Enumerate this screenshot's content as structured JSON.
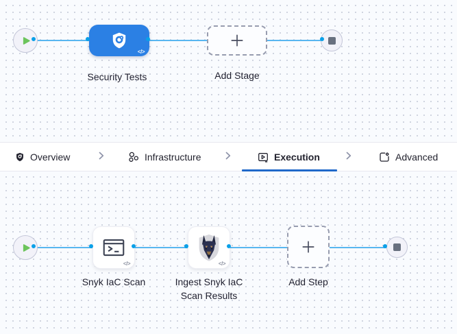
{
  "colors": {
    "canvas_bg": "#f9fbfe",
    "grid_dot": "#ccd1dd",
    "flow_line": "#58b6f0",
    "connector_ring": "#0aa0e8",
    "stage_accent": "#2b80e4",
    "active_tab_underline": "#1f68c9",
    "play_icon_green": "#6cc45c",
    "stop_icon_gray": "#68707f"
  },
  "stage_canvas": {
    "stage": {
      "label": "Security Tests"
    },
    "add_stage": {
      "label": "Add Stage"
    },
    "code_badge": "</>"
  },
  "tab_bar": {
    "tabs": [
      {
        "label": "Overview",
        "icon": "shield-icon",
        "active": false
      },
      {
        "label": "Infrastructure",
        "icon": "nodes-icon",
        "active": false
      },
      {
        "label": "Execution",
        "icon": "run-panel-icon",
        "active": true
      },
      {
        "label": "Advanced",
        "icon": "doc-gear-icon",
        "active": false
      }
    ]
  },
  "step_canvas": {
    "steps": [
      {
        "label": "Snyk IaC Scan",
        "icon": "terminal-icon"
      },
      {
        "label": "Ingest Snyk IaC Scan Results",
        "icon": "snyk-dog-icon"
      }
    ],
    "add_step": {
      "label": "Add Step"
    },
    "code_badge": "</>"
  }
}
